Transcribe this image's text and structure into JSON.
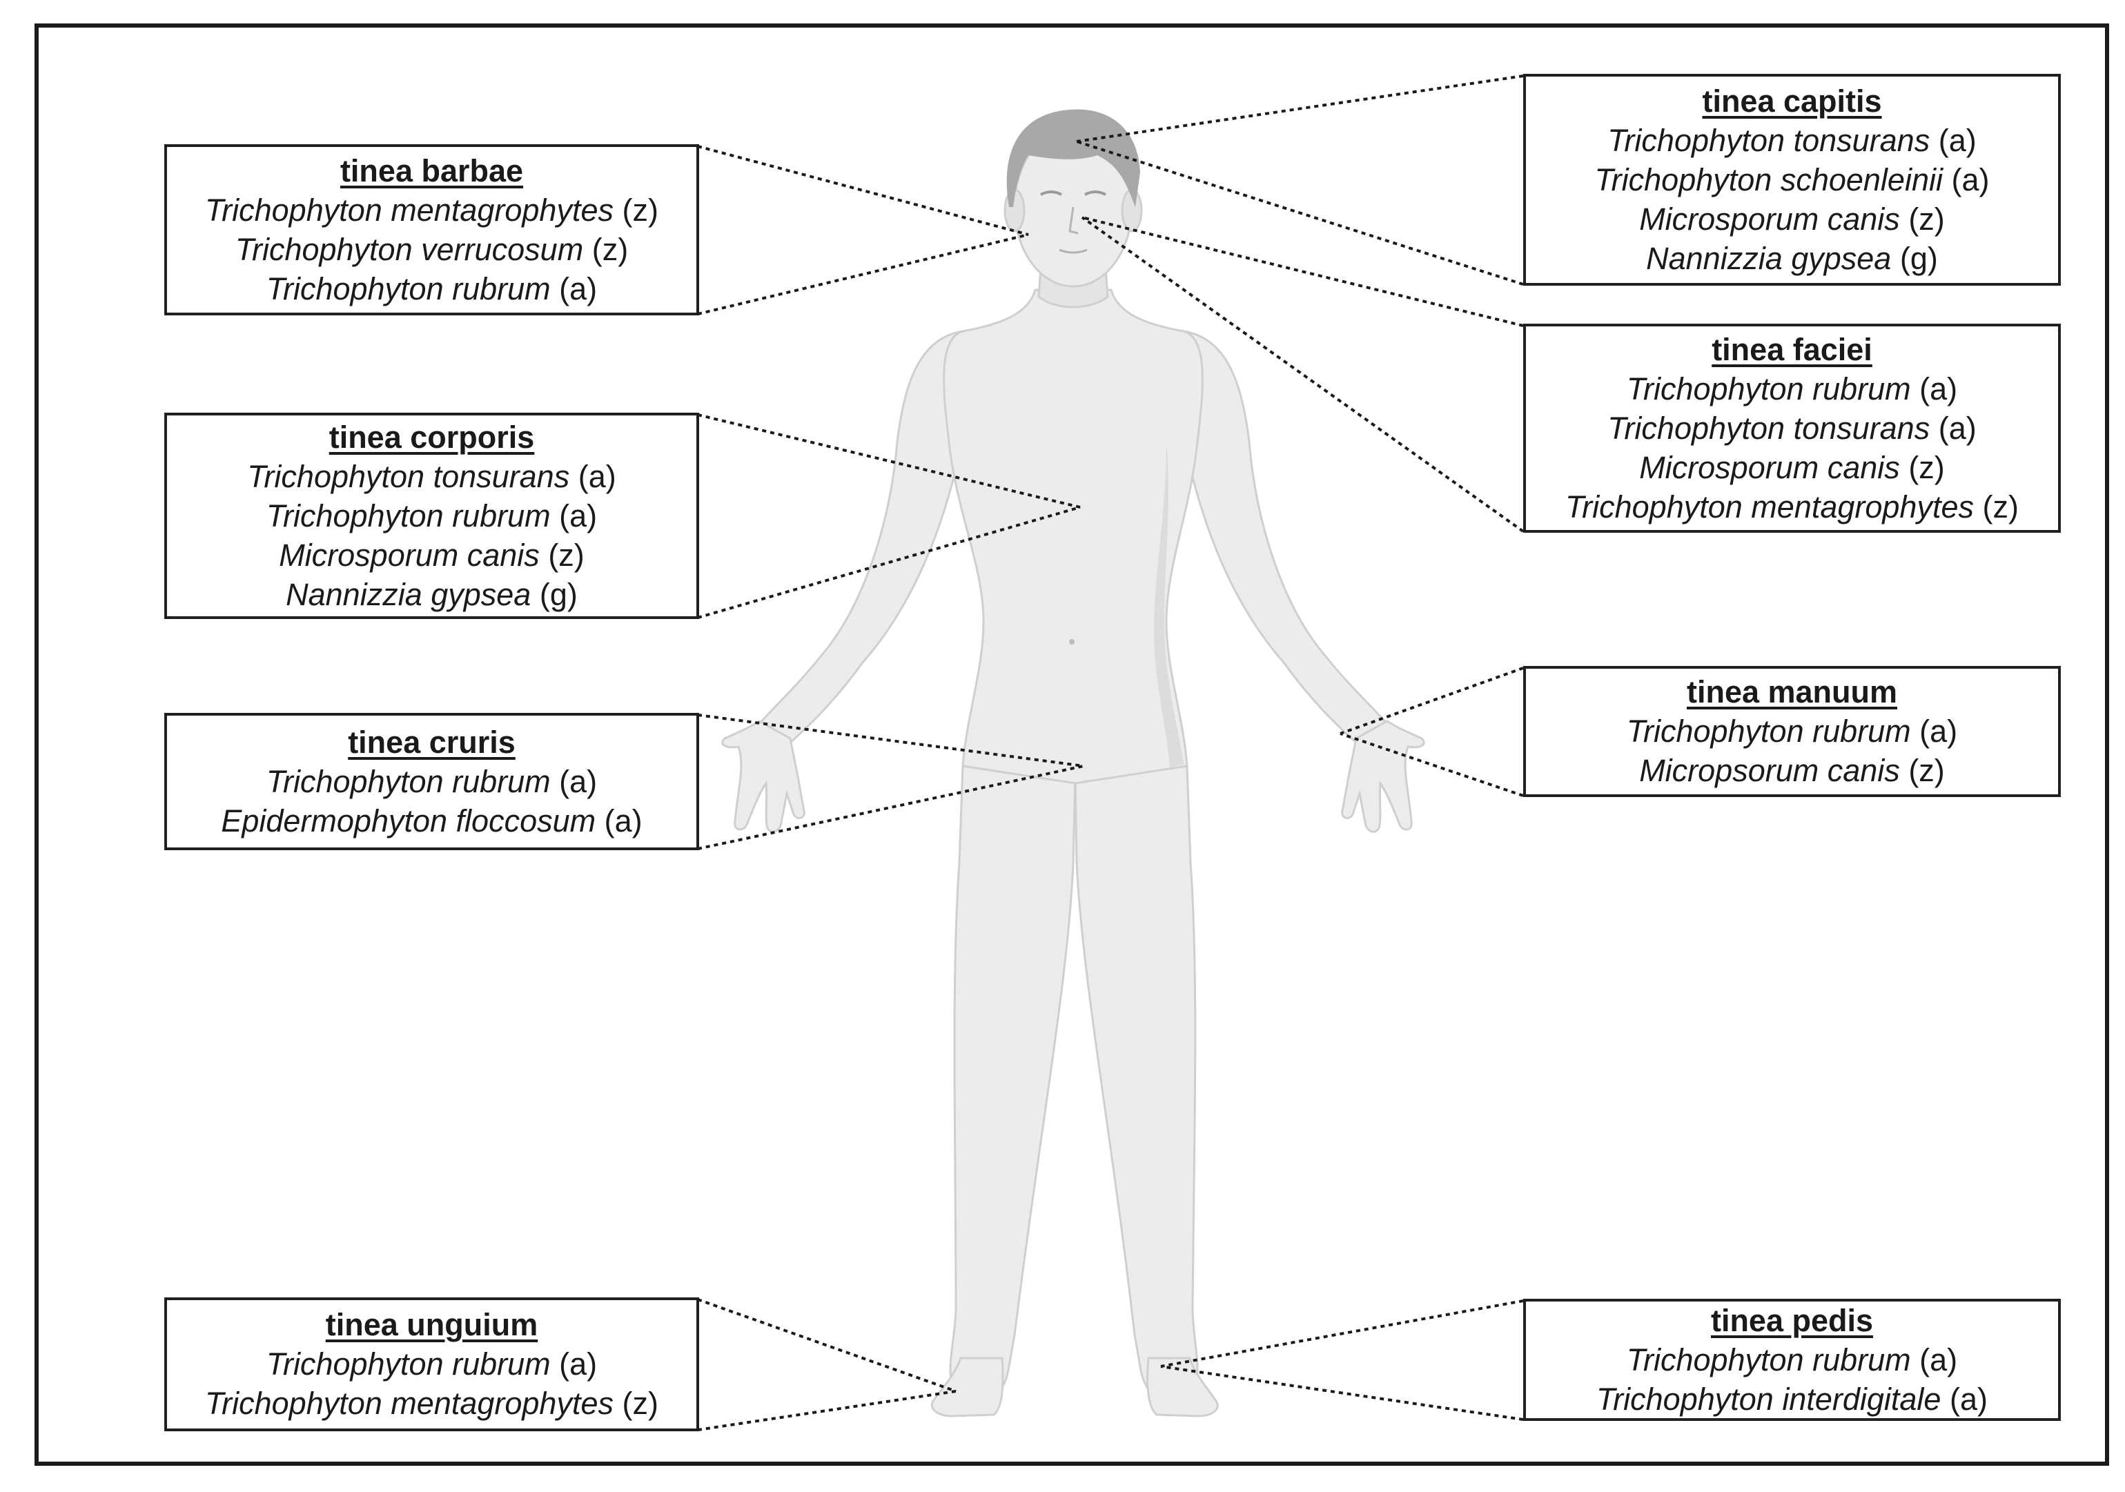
{
  "colors": {
    "frame": "#1a1a1a",
    "box_border": "#1f1f1f",
    "body_fill": "#ececec",
    "body_shadow": "#dadada",
    "hair": "#a8a8a8",
    "leader": "#1a1a1a"
  },
  "boxes": [
    {
      "id": "capitis",
      "title": "tinea capitis",
      "rows": [
        {
          "species": "Trichophyton tonsurans",
          "tag": "(a)"
        },
        {
          "species": "Trichophyton schoenleinii",
          "tag": "(a)"
        },
        {
          "species": "Microsporum canis",
          "tag": "(z)"
        },
        {
          "species": "Nannizzia gypsea",
          "tag": "(g)"
        }
      ]
    },
    {
      "id": "barbae",
      "title": "tinea barbae",
      "rows": [
        {
          "species": "Trichophyton mentagrophytes",
          "tag": "(z)"
        },
        {
          "species": "Trichophyton verrucosum",
          "tag": "(z)"
        },
        {
          "species": "Trichophyton rubrum",
          "tag": "(a)"
        }
      ]
    },
    {
      "id": "faciei",
      "title": "tinea faciei",
      "rows": [
        {
          "species": "Trichophyton rubrum",
          "tag": "(a)"
        },
        {
          "species": "Trichophyton tonsurans",
          "tag": "(a)"
        },
        {
          "species": "Microsporum canis",
          "tag": "(z)"
        },
        {
          "species": "Trichophyton mentagrophytes",
          "tag": "(z)"
        }
      ]
    },
    {
      "id": "corporis",
      "title": "tinea corporis",
      "rows": [
        {
          "species": "Trichophyton tonsurans",
          "tag": "(a)"
        },
        {
          "species": "Trichophyton rubrum",
          "tag": "(a)"
        },
        {
          "species": "Microsporum canis",
          "tag": "(z)"
        },
        {
          "species": "Nannizzia gypsea",
          "tag": "(g)"
        }
      ]
    },
    {
      "id": "manuum",
      "title": "tinea manuum",
      "rows": [
        {
          "species": "Trichophyton rubrum",
          "tag": "(a)"
        },
        {
          "species": "Micropsorum canis",
          "tag": "(z)"
        }
      ]
    },
    {
      "id": "cruris",
      "title": "tinea cruris",
      "rows": [
        {
          "species": "Trichophyton rubrum",
          "tag": "(a)"
        },
        {
          "species": "Epidermophyton floccosum",
          "tag": "(a)"
        }
      ]
    },
    {
      "id": "unguium",
      "title": "tinea unguium",
      "rows": [
        {
          "species": "Trichophyton rubrum",
          "tag": "(a)"
        },
        {
          "species": "Trichophyton mentagrophytes",
          "tag": "(z)"
        }
      ]
    },
    {
      "id": "pedis",
      "title": "tinea pedis",
      "rows": [
        {
          "species": "Trichophyton rubrum",
          "tag": "(a)"
        },
        {
          "species": "Trichophyton interdigitale",
          "tag": "(a)"
        }
      ]
    }
  ]
}
